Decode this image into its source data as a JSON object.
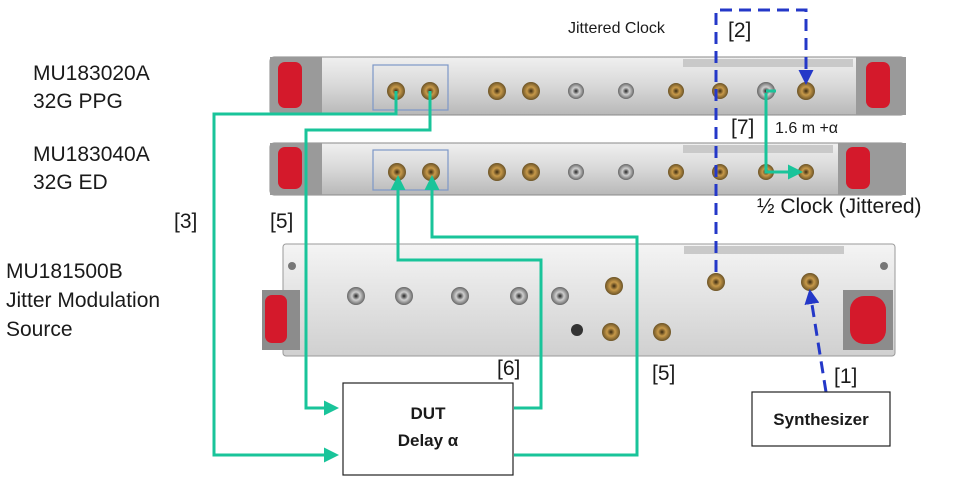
{
  "instruments": {
    "ppg": {
      "line1": "MU183020A",
      "line2": "32G PPG"
    },
    "ed": {
      "line1": "MU183040A",
      "line2": "32G ED"
    },
    "jms": {
      "line1": "MU181500B",
      "line2": "Jitter Modulation",
      "line3": "Source"
    }
  },
  "labels": {
    "jittered_clock": "Jittered Clock",
    "half_clock": "½ Clock (Jittered)",
    "cable_length": "1.6 m +α",
    "ref1": "[1]",
    "ref2": "[2]",
    "ref3": "[3]",
    "ref5a": "[5]",
    "ref5b": "[5]",
    "ref6": "[6]",
    "ref7": "[7]"
  },
  "boxes": {
    "dut": {
      "line1": "DUT",
      "line2": "Delay α"
    },
    "synth": {
      "label": "Synthesizer"
    }
  },
  "colors": {
    "cable_green": "#19c49a",
    "dashed_blue": "#2438c8",
    "latch_red": "#d4192b",
    "panel": "#d6d6d6"
  }
}
